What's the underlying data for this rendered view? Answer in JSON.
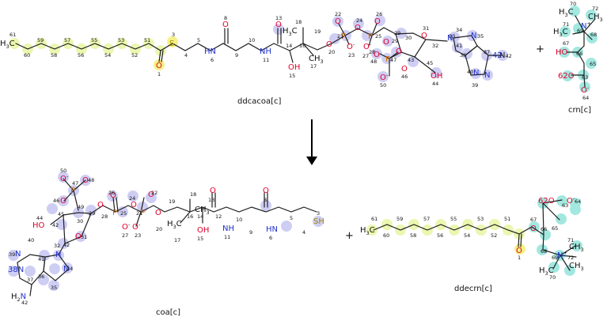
{
  "reaction": {
    "reactants": [
      "ddcacoa[c]",
      "crn[c]"
    ],
    "products": [
      "coa[c]",
      "ddecrn[c]"
    ],
    "plus_sign": "+"
  },
  "colors": {
    "bond": "#1f1f1f",
    "oxygen": "#e0002a",
    "nitrogen": "#2233cc",
    "sulfur": "#a38a00",
    "phosphorus": "#d36b00",
    "highlight_chain": "#e9f6a8",
    "highlight_head": "#c9c9f3",
    "highlight_carnitine": "#9ae6dd",
    "highlight_yellow": "#f4f07a"
  }
}
